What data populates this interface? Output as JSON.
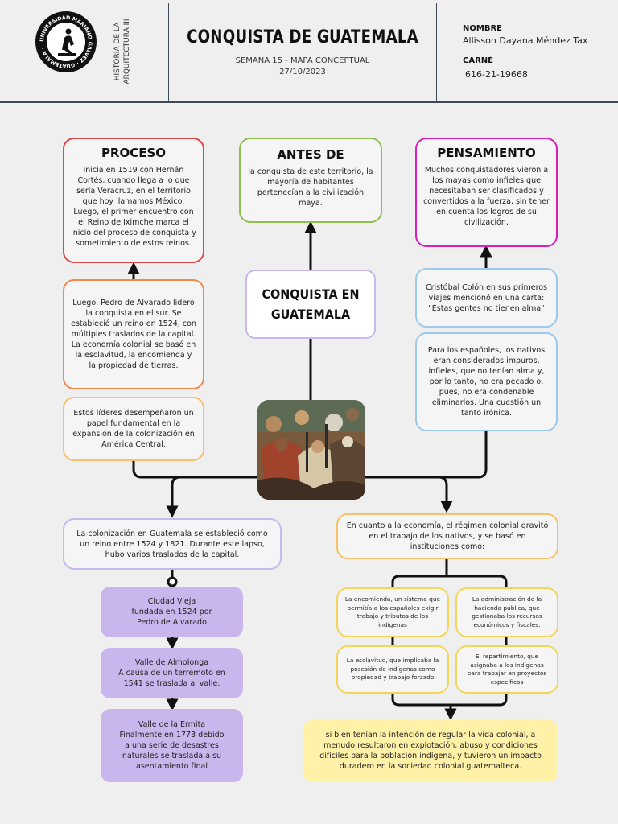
{
  "header": {
    "course": "HISTORIA DE LA ARQUITECTURA III",
    "title": "CONQUISTA DE GUATEMALA",
    "subtitle": "SEMANA 15 - MAPA CONCEPTUAL",
    "date": "27/10/2023",
    "name_label": "NOMBRE",
    "name_value": "Allisson Dayana Méndez Tax",
    "id_label": "CARNÉ",
    "id_value": "616-21-19668",
    "logo_text": "UNIVERSIDAD MARIANO GALVEZ · GUATEMALA ·"
  },
  "center_title": "CONQUISTA EN GUATEMALA",
  "proceso": {
    "title": "PROCESO",
    "text": "inicia en 1519 con Hernán Cortés, cuando llega a lo que sería Veracruz, en el territorio que hoy llamamos México. Luego, el primer encuentro con el Reino de Iximche marca el inicio del proceso de conquista y sometimiento de estos reinos."
  },
  "antes": {
    "title": "ANTES DE",
    "text": "la conquista de este territorio, la mayoría de habitantes pertenecían a la civilización maya."
  },
  "pensamiento": {
    "title": "PENSAMIENTO",
    "text": "Muchos conquistadores vieron a los mayas como infieles que necesitaban ser clasificados y convertidos a la fuerza, sin tener en cuenta los logros de su civilización."
  },
  "alvarado_text": "Luego, Pedro de Alvarado lideró la conquista en el sur. Se estableció un reino en 1524, con múltiples traslados de la capital. La economía colonial se basó en la esclavitud, la encomienda y la propiedad de tierras.",
  "lideres_text": "Estos líderes desempeñaron un papel fundamental en la expansión de la colonización en América Central.",
  "colon_text": "Cristóbal Colón en sus primeros viajes mencionó en una carta: \"Estas gentes no tienen alma\"",
  "espanoles_text": "Para los españoles, los nativos eran considerados impuros, infieles, que no tenían alma y, por lo tanto, no era pecado o, pues, no era condenable eliminarlos. Una cuestión un tanto irónica.",
  "colonizacion_text": "La colonización en Guatemala se estableció como un reino entre 1524 y 1821. Durante este lapso, hubo varios traslados de la capital.",
  "economia_text": "En cuanto a la economía, el régimen colonial gravitó en el trabajo de los nativos, y se basó en instituciones como:",
  "capitals": [
    "Ciudad Vieja\nfundada en 1524 por\nPedro de Alvarado",
    "Valle de Almolonga\nA causa de un terremoto en\n1541 se traslada al valle.",
    "Valle de la Ermita\nFinalmente en 1773 debido\na una serie de desastres\nnaturales se traslada a su\nasentamiento final"
  ],
  "institutions": [
    "La encomienda, un sistema que permitía a los españoles exigir trabajo y tributos de los indígenas",
    "La administración de la hacienda pública, que gestionaba los recursos económicos y fiscales.",
    "La esclavitud, que implicaba la posesión de indígenas como propiedad y trabajo forzado",
    "El repartimiento, que asignaba a los indígenas para trabajar en proyectos específicos"
  ],
  "conclusion_text": "si bien tenían la intención de regular la vida colonial, a menudo resultaron en explotación, abuso y condiciones difíciles para la población indígena, y tuvieron un impacto duradero en la sociedad colonial guatemalteca.",
  "colors": {
    "proceso": "#e24747",
    "antes": "#8fbf50",
    "pensamiento": "#d61fbd",
    "alvarado": "#f08a4b",
    "lideres": "#f7c16a",
    "blue": "#9cc9ec",
    "lavender": "#c8b8ee",
    "yellow_border": "#f2d65a",
    "purple_fill": "#c9b6ec",
    "yellow_fill": "#fff2a8"
  }
}
